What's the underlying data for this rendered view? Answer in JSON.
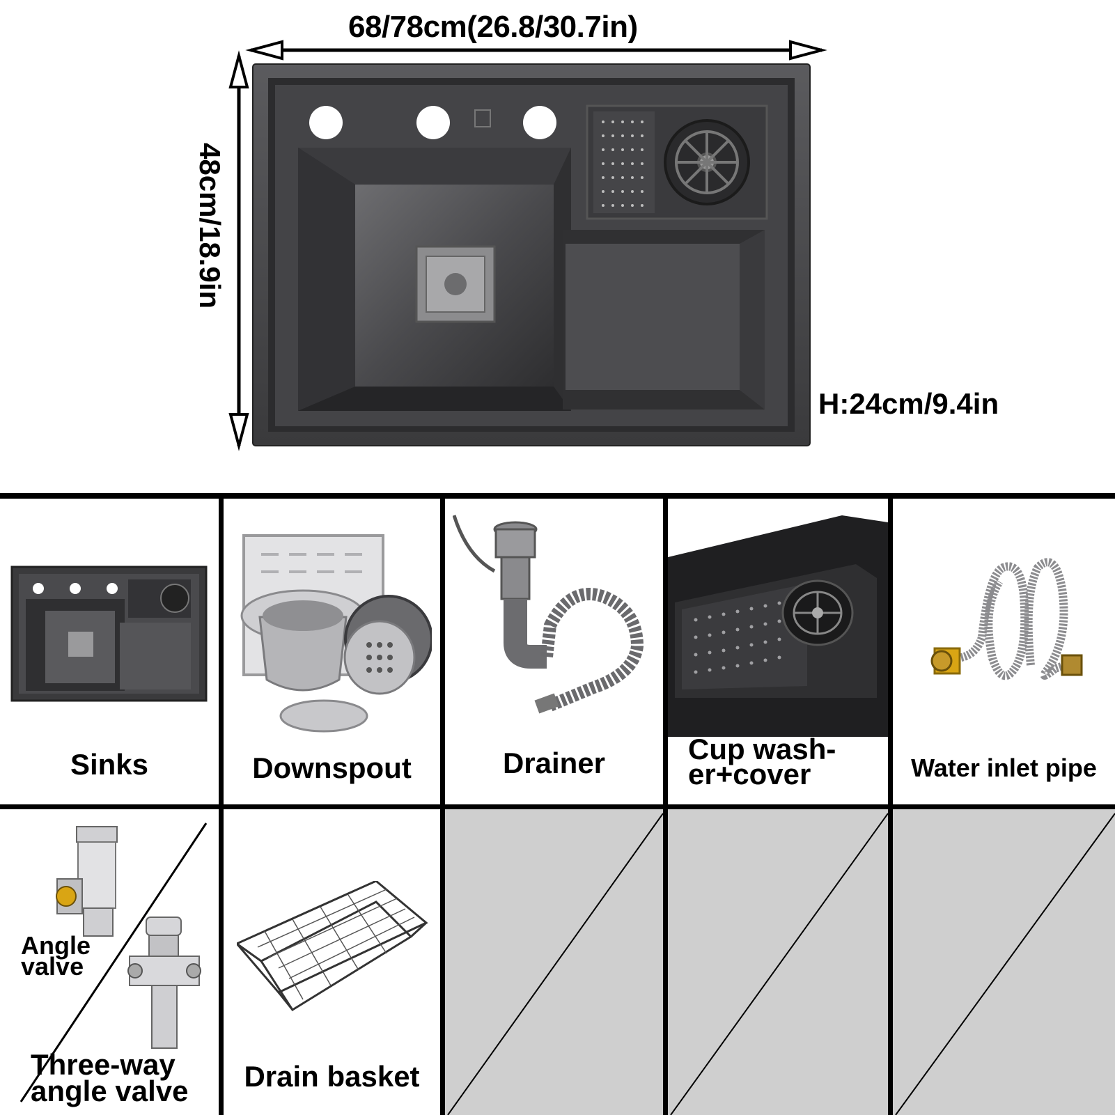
{
  "dimensions": {
    "width": "68/78cm(26.8/30.7in)",
    "length": "48cm/18.9in",
    "height": "H:24cm/9.4in"
  },
  "items": {
    "sinks": "Sinks",
    "downspout": "Downspout",
    "drainer": "Drainer",
    "cup_washer_line1": "Cup wash-",
    "cup_washer_line2": "er+cover",
    "water_inlet_pipe": "Water inlet pipe",
    "angle_valve_line1": "Angle",
    "angle_valve_line2": "valve",
    "three_way_line1": "Three-way",
    "three_way_line2": "angle valve",
    "drain_basket": "Drain basket"
  },
  "colors": {
    "sink_dark": "#3a3a3c",
    "sink_mid": "#5a5a5c",
    "blank_fill": "#cfcfcf",
    "valve_gold": "#d9a514"
  }
}
